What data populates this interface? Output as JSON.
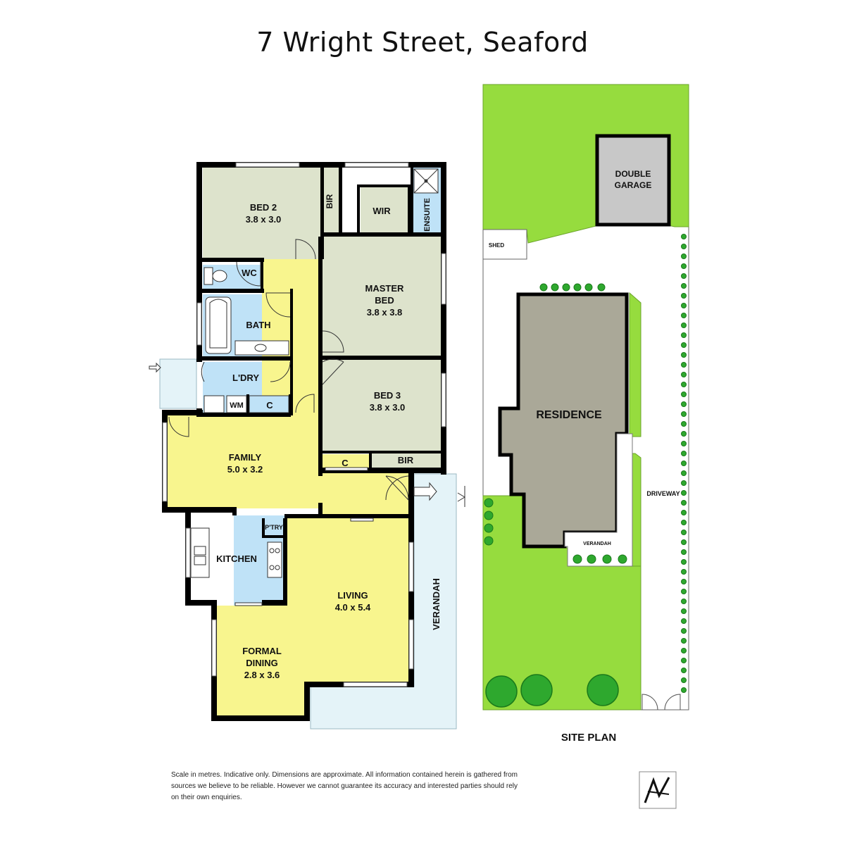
{
  "title": "7 Wright Street, Seaford",
  "rooms": {
    "bed2": {
      "name": "BED 2",
      "dims": "3.8 x 3.0"
    },
    "bir_top": "BIR",
    "wir": "WIR",
    "ensuite": "ENSUITE",
    "master": {
      "name1": "MASTER",
      "name2": "BED",
      "dims": "3.8 x 3.8"
    },
    "wc": "WC",
    "bath": "BATH",
    "laundry": "L'DRY",
    "wm": "WM",
    "c_laundry": "C",
    "bed3": {
      "name": "BED 3",
      "dims": "3.8 x 3.0"
    },
    "family": {
      "name": "FAMILY",
      "dims": "5.0 x 3.2"
    },
    "c_hall": "C",
    "bir_bed3": "BIR",
    "pantry": "P'TRY",
    "kitchen": "KITCHEN",
    "living": {
      "name": "LIVING",
      "dims": "4.0 x 5.4"
    },
    "dining": {
      "name1": "FORMAL",
      "name2": "DINING",
      "dims": "2.8 x 3.6"
    },
    "verandah": "VERANDAH"
  },
  "site": {
    "garage1": "DOUBLE",
    "garage2": "GARAGE",
    "shed": "SHED",
    "residence": "RESIDENCE",
    "driveway": "DRIVEWAY",
    "verandah": "VERANDAH",
    "label": "SITE PLAN"
  },
  "disclaimer": "Scale in metres. Indicative only. Dimensions are approximate. All information contained herein is gathered from sources we believe to be reliable. However we cannot guarantee its accuracy and interested parties should rely on their own enquiries.",
  "colors": {
    "bedroom": "#dde3cc",
    "wet": "#bfe2f7",
    "living": "#f8f58e",
    "verandah": "#e4f3f8",
    "lawn": "#96dc3e",
    "residence": "#aaa898",
    "garage": "#c8c8c8",
    "wall": "#000000"
  }
}
